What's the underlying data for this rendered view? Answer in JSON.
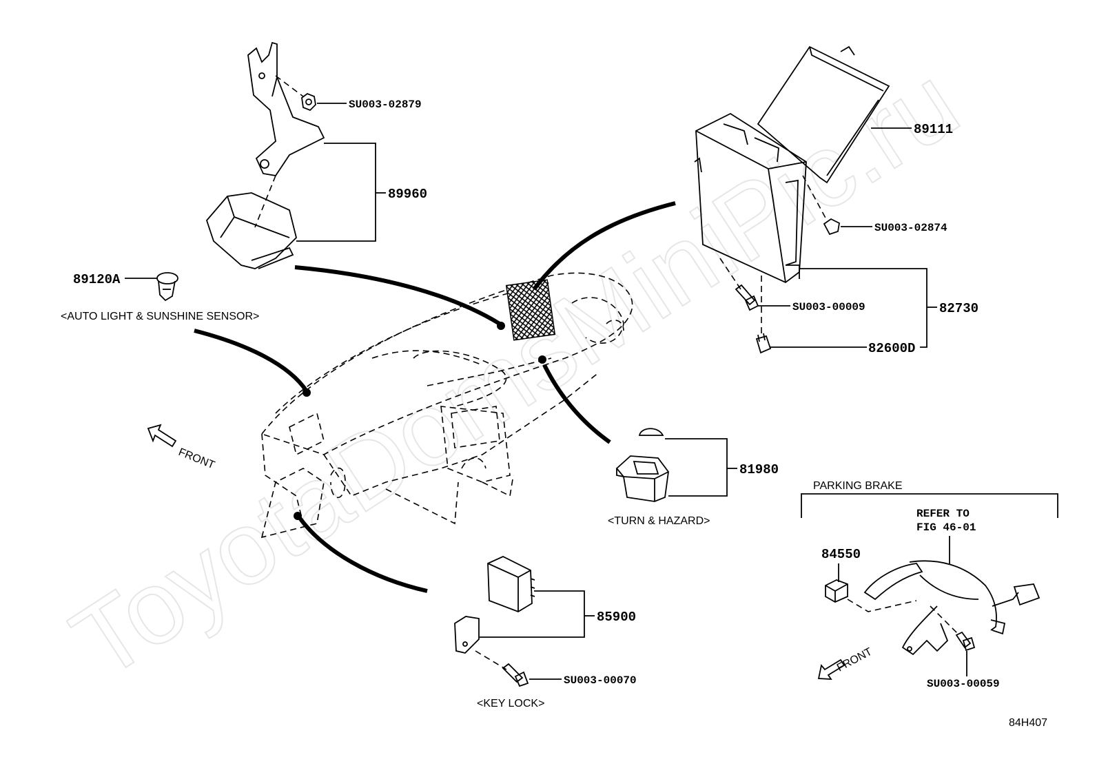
{
  "watermark": "ToyotaDomsMiniPic.ru",
  "parts": {
    "p89960": "89960",
    "p89111": "89111",
    "p82730": "82730",
    "p82600D": "82600D",
    "p89120A": "89120A",
    "p81980": "81980",
    "p85900": "85900",
    "p84550": "84550"
  },
  "subparts": {
    "su02879": "SU003-02879",
    "su02874": "SU003-02874",
    "su00009": "SU003-00009",
    "su00070": "SU003-00070",
    "su00059": "SU003-00059"
  },
  "captions": {
    "auto_light": "<AUTO LIGHT & SUNSHINE SENSOR>",
    "turn_hazard": "<TURN & HAZARD>",
    "key_lock": "<KEY LOCK>",
    "front_left": "FRONT",
    "front_right": "FRONT",
    "parking_brake": "PARKING BRAKE",
    "refer_line1": "REFER TO",
    "refer_line2": "FIG 46-01",
    "figure_code": "84H407"
  }
}
